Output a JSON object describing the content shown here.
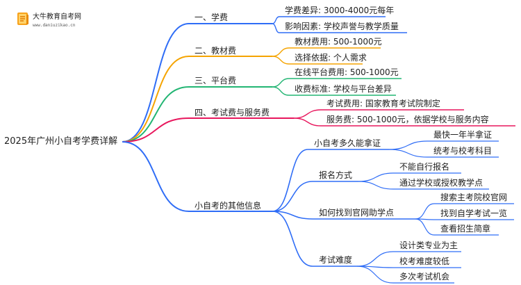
{
  "brand": {
    "name": "大牛教育自考网",
    "site": "www.daniuzikao.cn"
  },
  "root": {
    "label": "2025年广州小自考学费详解"
  },
  "branches": [
    {
      "label": "一、学费",
      "color": "#2f6df6",
      "children": [
        {
          "label": "学费差异: 3000-4000元每年"
        },
        {
          "label": "影响因素: 学校声誉与教学质量"
        }
      ]
    },
    {
      "label": "二、教材费",
      "color": "#f5a400",
      "children": [
        {
          "label": "教材费用: 500-1000元"
        },
        {
          "label": "选择依据: 个人需求"
        }
      ]
    },
    {
      "label": "三、平台费",
      "color": "#22b573",
      "children": [
        {
          "label": "在线平台费用: 500-1000元"
        },
        {
          "label": "收费标准: 学校与平台差异"
        }
      ]
    },
    {
      "label": "四、考试费与服务费",
      "color": "#e8175d",
      "children": [
        {
          "label": "考试费用: 国家教育考试院制定"
        },
        {
          "label": "服务费: 500-1000元，依据学校与服务内容"
        }
      ]
    },
    {
      "label": "小自考的其他信息",
      "color": "#2f6df6",
      "children": [
        {
          "label": "小自考多久能拿证",
          "children": [
            {
              "label": "最快一年半拿证"
            },
            {
              "label": "统考与校考科目"
            }
          ]
        },
        {
          "label": "报名方式",
          "children": [
            {
              "label": "不能自行报名"
            },
            {
              "label": "通过学校或授权教学点"
            }
          ]
        },
        {
          "label": "如何找到官网助学点",
          "children": [
            {
              "label": "搜索主考院校官网"
            },
            {
              "label": "找到自学考试一览"
            },
            {
              "label": "查看招生简章"
            }
          ]
        },
        {
          "label": "考试难度",
          "children": [
            {
              "label": "设计类专业为主"
            },
            {
              "label": "校考难度较低"
            },
            {
              "label": "多次考试机会"
            }
          ]
        }
      ]
    }
  ]
}
